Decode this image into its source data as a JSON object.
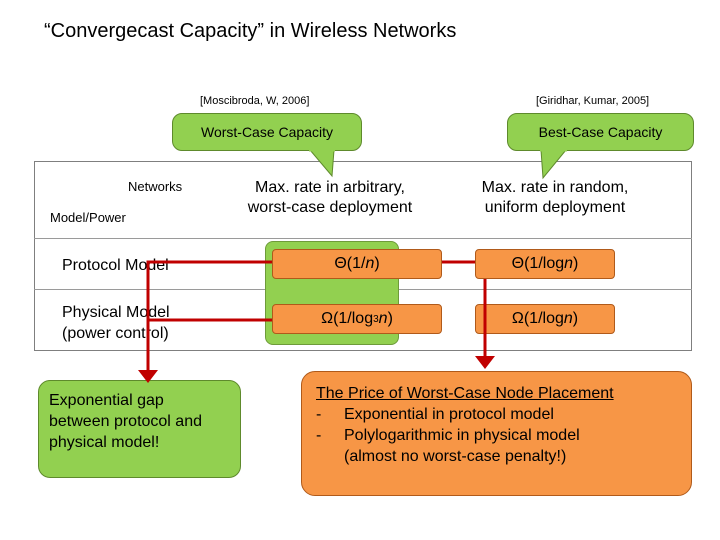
{
  "title": "“Convergecast Capacity” in Wireless Networks",
  "references": {
    "left": "[Moscibroda, W, 2006]",
    "right": "[Giridhar, Kumar, 2005]"
  },
  "callouts": {
    "worst": "Worst-Case Capacity",
    "best": "Best-Case Capacity"
  },
  "table": {
    "header_networks": "Networks",
    "header_model_power": "Model/Power",
    "col_worst_line1": "Max. rate in arbitrary,",
    "col_worst_line2": "worst-case deployment",
    "col_best_line1": "Max. rate in random,",
    "col_best_line2": "uniform deployment",
    "row_protocol": "Protocol Model",
    "row_physical_line1": "Physical Model",
    "row_physical_line2": "(power control)",
    "protocol_worst": {
      "prefix": "Θ(1/",
      "var": "n",
      "suffix": ")"
    },
    "protocol_best": {
      "prefix": "Θ(1/log ",
      "var": "n",
      "suffix": ")"
    },
    "physical_worst": {
      "prefix": "Ω(1/log",
      "exp": "3",
      "var": " n",
      "suffix": ")"
    },
    "physical_best": {
      "prefix": "Ω(1/log ",
      "var": "n",
      "suffix": ")"
    }
  },
  "gap_box": {
    "line1": "Exponential gap",
    "line2": "between protocol and",
    "line3": "physical model!"
  },
  "price_box": {
    "heading": "The Price of Worst-Case Node Placement",
    "bullet_marker": "-",
    "bullet1": "Exponential in protocol model",
    "bullet2": "Polylogarithmic in physical model",
    "bullet2_cont": "(almost no worst-case penalty!)"
  },
  "colors": {
    "green": "#92d050",
    "orange": "#f79646",
    "arrow": "#c00000"
  }
}
